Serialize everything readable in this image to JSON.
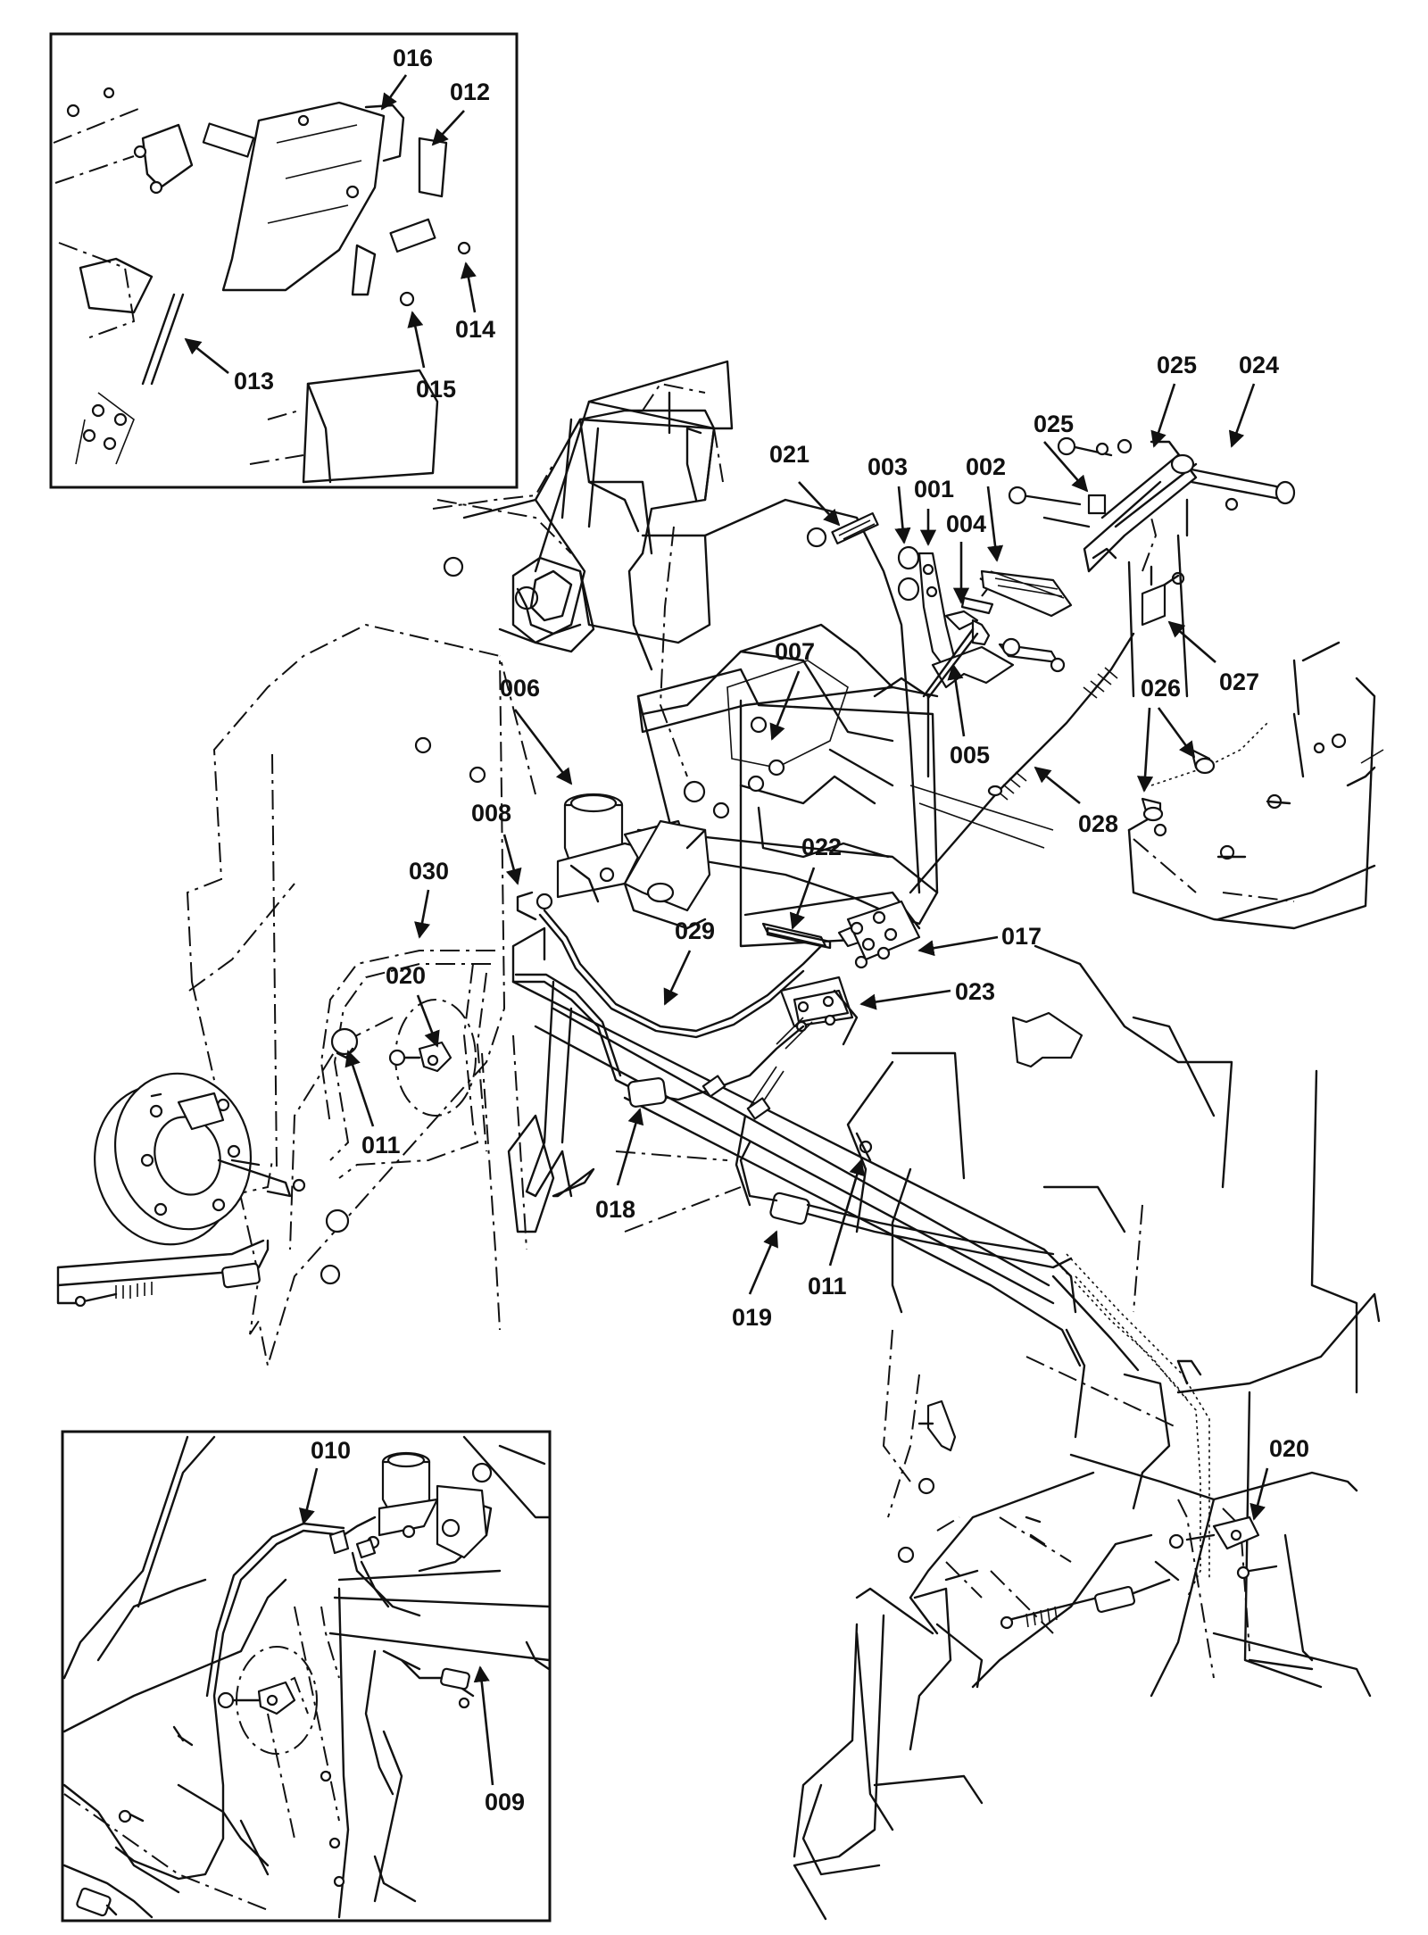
{
  "diagram": {
    "callouts": [
      {
        "id": "c016",
        "text": "016"
      },
      {
        "id": "c012",
        "text": "012"
      },
      {
        "id": "c014",
        "text": "014"
      },
      {
        "id": "c013",
        "text": "013"
      },
      {
        "id": "c015",
        "text": "015"
      },
      {
        "id": "c025a",
        "text": "025"
      },
      {
        "id": "c024",
        "text": "024"
      },
      {
        "id": "c025b",
        "text": "025"
      },
      {
        "id": "c021",
        "text": "021"
      },
      {
        "id": "c003",
        "text": "003"
      },
      {
        "id": "c001",
        "text": "001"
      },
      {
        "id": "c002",
        "text": "002"
      },
      {
        "id": "c004",
        "text": "004"
      },
      {
        "id": "c007",
        "text": "007"
      },
      {
        "id": "c006",
        "text": "006"
      },
      {
        "id": "c005",
        "text": "005"
      },
      {
        "id": "c027",
        "text": "027"
      },
      {
        "id": "c026",
        "text": "026"
      },
      {
        "id": "c028",
        "text": "028"
      },
      {
        "id": "c008",
        "text": "008"
      },
      {
        "id": "c022",
        "text": "022"
      },
      {
        "id": "c030",
        "text": "030"
      },
      {
        "id": "c017",
        "text": "017"
      },
      {
        "id": "c029",
        "text": "029"
      },
      {
        "id": "c023",
        "text": "023"
      },
      {
        "id": "c020a",
        "text": "020"
      },
      {
        "id": "c011a",
        "text": "011"
      },
      {
        "id": "c018",
        "text": "018"
      },
      {
        "id": "c011b",
        "text": "011"
      },
      {
        "id": "c019",
        "text": "019"
      },
      {
        "id": "c010",
        "text": "010"
      },
      {
        "id": "c020b",
        "text": "020"
      },
      {
        "id": "c009",
        "text": "009"
      }
    ]
  }
}
